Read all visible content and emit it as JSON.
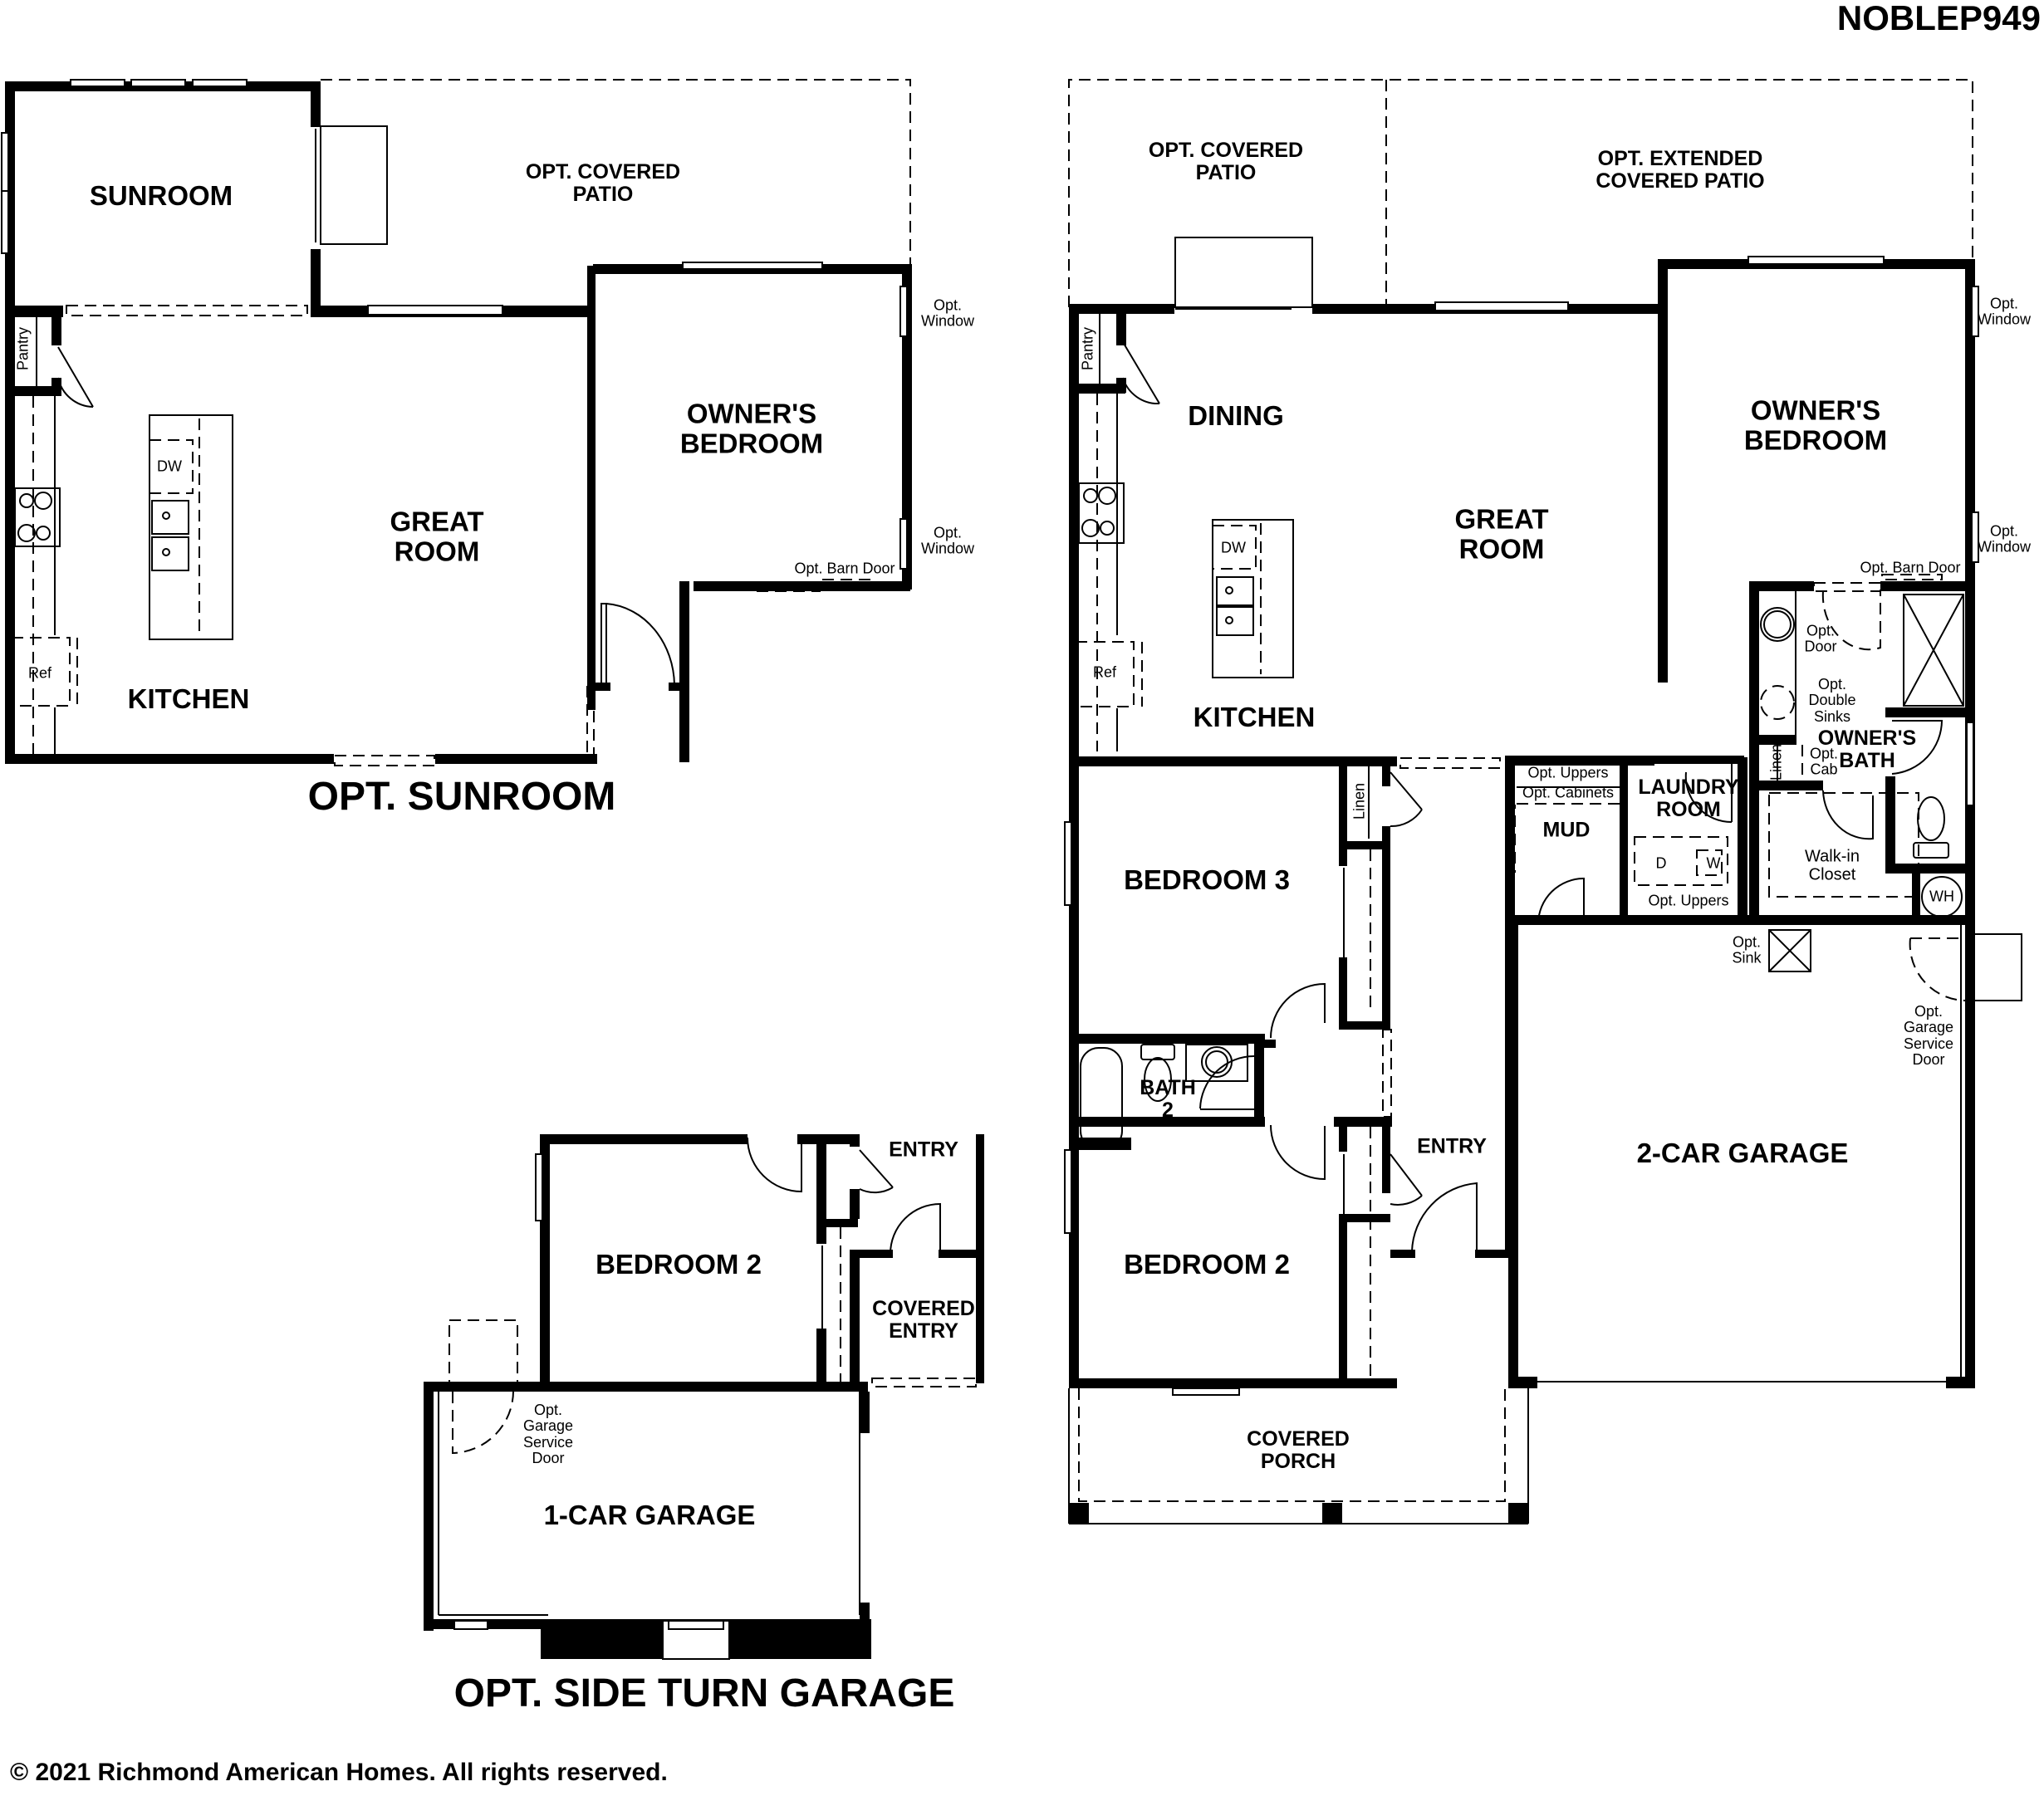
{
  "plan_code": "NOBLEP949",
  "footer": "© 2021 Richmond American Homes. All rights reserved.",
  "opt_sunroom": {
    "title": "OPT. SUNROOM",
    "rooms": {
      "sunroom": "SUNROOM",
      "opt_covered_patio": "OPT. COVERED\nPATIO",
      "great_room": "GREAT\nROOM",
      "kitchen": "KITCHEN",
      "owners_bedroom": "OWNER'S\nBEDROOM",
      "pantry": "Pantry"
    },
    "fixtures": {
      "dw": "DW",
      "ref": "Ref"
    },
    "notes": {
      "opt_window_1": "Opt.\nWindow",
      "opt_window_2": "Opt.\nWindow",
      "opt_barn_door": "Opt. Barn Door"
    }
  },
  "main_plan": {
    "rooms": {
      "opt_covered_patio": "OPT. COVERED\nPATIO",
      "opt_extended_covered_patio": "OPT. EXTENDED\nCOVERED PATIO",
      "dining": "DINING",
      "great_room": "GREAT\nROOM",
      "kitchen": "KITCHEN",
      "owners_bedroom": "OWNER'S\nBEDROOM",
      "owners_bath": "OWNER'S\nBATH",
      "pantry": "Pantry",
      "bedroom_3": "BEDROOM 3",
      "bath_2": "BATH\n2",
      "bedroom_2": "BEDROOM 2",
      "entry": "ENTRY",
      "mud": "MUD",
      "laundry_room": "LAUNDRY\nROOM",
      "two_car_garage": "2-CAR GARAGE",
      "covered_porch": "COVERED\nPORCH",
      "linen_1": "Linen",
      "linen_2": "Linen",
      "walk_in_closet": "Walk-in\nCloset"
    },
    "fixtures": {
      "dw": "DW",
      "ref": "Ref",
      "dryer": "D",
      "washer": "W",
      "water_heater": "WH"
    },
    "notes": {
      "opt_window_1": "Opt.\nWindow",
      "opt_window_2": "Opt.\nWindow",
      "opt_barn_door": "Opt. Barn Door",
      "opt_door": "Opt.\nDoor",
      "opt_double_sinks": "Opt.\nDouble\nSinks",
      "opt_cab": "Opt.\nCab",
      "opt_uppers_top": "Opt. Uppers",
      "opt_cabinets": "Opt. Cabinets",
      "opt_uppers_laundry": "Opt. Uppers",
      "opt_sink": "Opt.\nSink",
      "opt_garage_service_door": "Opt.\nGarage\nService\nDoor"
    }
  },
  "opt_side_turn_garage": {
    "title": "OPT. SIDE TURN GARAGE",
    "rooms": {
      "bedroom_2": "BEDROOM 2",
      "entry": "ENTRY",
      "covered_entry": "COVERED\nENTRY",
      "one_car_garage": "1-CAR GARAGE"
    },
    "notes": {
      "opt_garage_service_door": "Opt.\nGarage\nService\nDoor"
    }
  }
}
